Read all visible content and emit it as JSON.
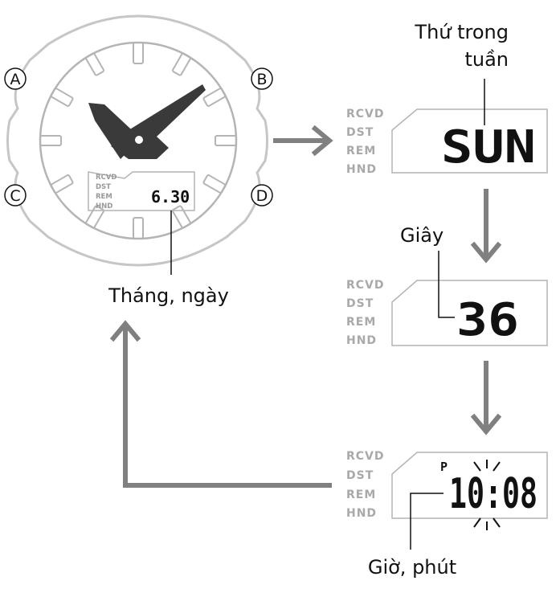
{
  "watch": {
    "buttons": [
      "A",
      "B",
      "C",
      "D"
    ],
    "indicators": [
      "RCVD",
      "DST",
      "REM",
      "HND"
    ],
    "display": "6.30"
  },
  "panels": [
    {
      "indicators": [
        "RCVD",
        "DST",
        "REM",
        "HND"
      ],
      "display": "SUN"
    },
    {
      "indicators": [
        "RCVD",
        "DST",
        "REM",
        "HND"
      ],
      "display": "36"
    },
    {
      "indicators": [
        "RCVD",
        "DST",
        "REM",
        "HND"
      ],
      "display": "10:08",
      "pm_marker": "P"
    }
  ],
  "labels": {
    "month_day": "Tháng, ngày",
    "weekday_line1": "Thứ trong",
    "weekday_line2": "tuần",
    "seconds": "Giây",
    "hour_minute": "Giờ, phút"
  },
  "colors": {
    "arrow": "#808080",
    "outline": "#b4b4b4",
    "hands": "#3a3a3a"
  }
}
